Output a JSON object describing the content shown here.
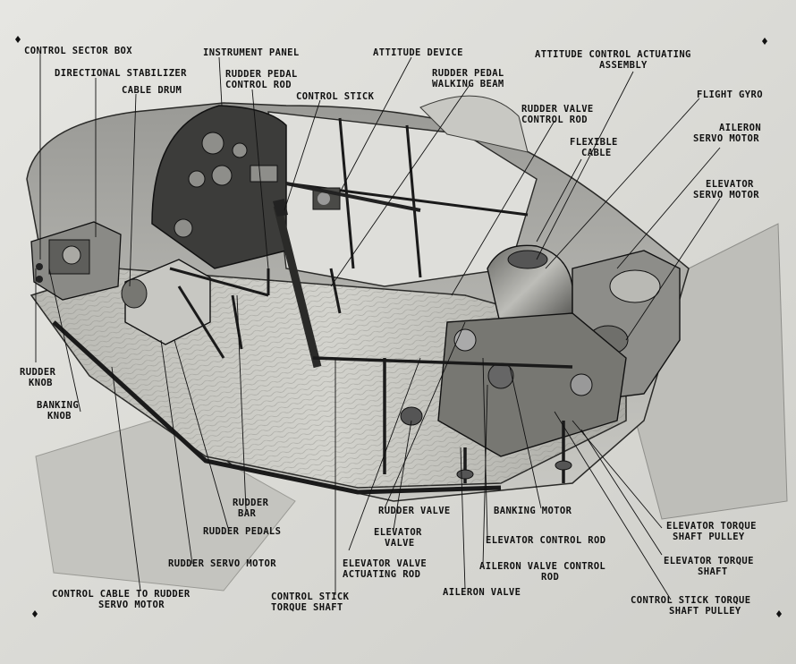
{
  "diagram": {
    "labels": {
      "control_sector_box": "CONTROL SECTOR BOX",
      "directional_stabilizer": "DIRECTIONAL STABILIZER",
      "cable_drum": "CABLE DRUM",
      "instrument_panel": "INSTRUMENT PANEL",
      "rudder_pedal_control_rod": [
        "RUDDER PEDAL",
        "CONTROL ROD"
      ],
      "control_stick": "CONTROL STICK",
      "attitude_device": "ATTITUDE DEVICE",
      "rudder_pedal_walking_beam": [
        "RUDDER PEDAL",
        "WALKING BEAM"
      ],
      "attitude_control_actuating_assembly": [
        "ATTITUDE CONTROL ACTUATING",
        "ASSEMBLY"
      ],
      "rudder_valve_control_rod": [
        "RUDDER VALVE",
        "CONTROL ROD"
      ],
      "flexible_cable": [
        "FLEXIBLE",
        "CABLE"
      ],
      "flight_gyro": "FLIGHT GYRO",
      "aileron_servo_motor": [
        "AILERON",
        "SERVO MOTOR"
      ],
      "elevator_servo_motor": [
        "ELEVATOR",
        "SERVO MOTOR"
      ],
      "rudder_knob": [
        "RUDDER",
        "KNOB"
      ],
      "banking_knob": [
        "BANKING",
        "KNOB"
      ],
      "rudder_bar": [
        "RUDDER",
        "BAR"
      ],
      "rudder_pedals": "RUDDER PEDALS",
      "rudder_servo_motor": "RUDDER SERVO MOTOR",
      "control_cable_to_rudder_servo_motor": [
        "CONTROL CABLE TO RUDDER",
        "SERVO MOTOR"
      ],
      "control_stick_torque_shaft": [
        "CONTROL STICK",
        "TORQUE SHAFT"
      ],
      "rudder_valve": "RUDDER VALVE",
      "elevator_valve": [
        "ELEVATOR",
        "VALVE"
      ],
      "elevator_valve_actuating_rod": [
        "ELEVATOR VALVE",
        "ACTUATING ROD"
      ],
      "aileron_valve": "AILERON VALVE",
      "aileron_valve_control_rod": [
        "AILERON VALVE CONTROL",
        "ROD"
      ],
      "elevator_control_rod": "ELEVATOR CONTROL ROD",
      "banking_motor": "BANKING MOTOR",
      "elevator_torque_shaft_pulley": [
        "ELEVATOR TORQUE",
        "SHAFT PULLEY"
      ],
      "elevator_torque_shaft": [
        "ELEVATOR TORQUE",
        "SHAFT"
      ],
      "control_stick_torque_shaft_pulley": [
        "CONTROL STICK TORQUE",
        "SHAFT PULLEY"
      ]
    }
  }
}
